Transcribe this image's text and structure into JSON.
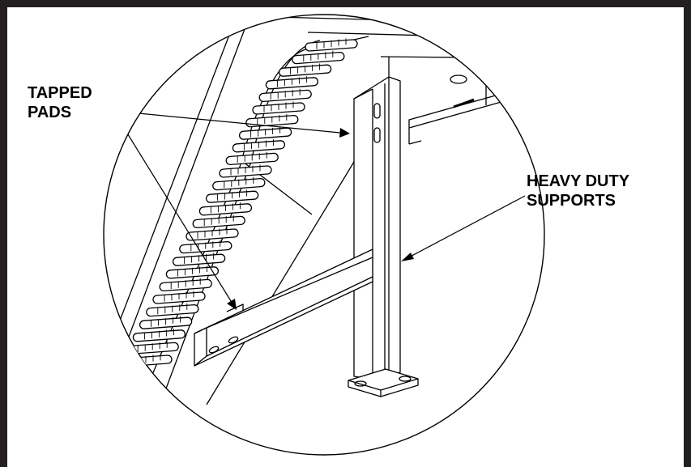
{
  "callouts": {
    "tapped_pads": {
      "line1": "TAPPED",
      "line2": "PADS"
    },
    "heavy_duty_supports": {
      "line1": "HEAVY DUTY",
      "line2": "SUPPORTS"
    }
  },
  "colors": {
    "ink": "#000000",
    "paper": "#ffffff",
    "border": "#231f20"
  }
}
